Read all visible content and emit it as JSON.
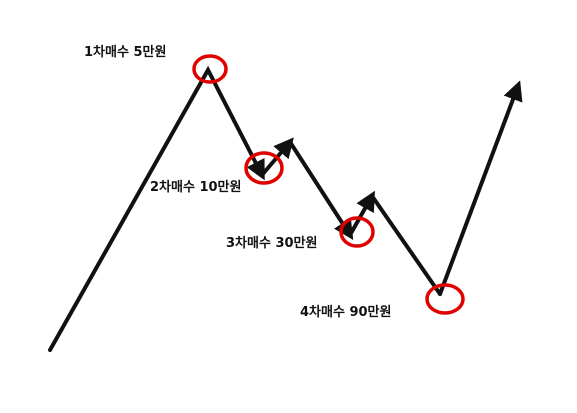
{
  "labels": {
    "buy1": "1차매수 5만원",
    "buy2": "2차매수 10만원",
    "buy3": "3차매수 30만원",
    "buy4": "4차매수 90만원"
  },
  "colors": {
    "path": "#111111",
    "marker": "#e00000",
    "background": "#ffffff"
  }
}
